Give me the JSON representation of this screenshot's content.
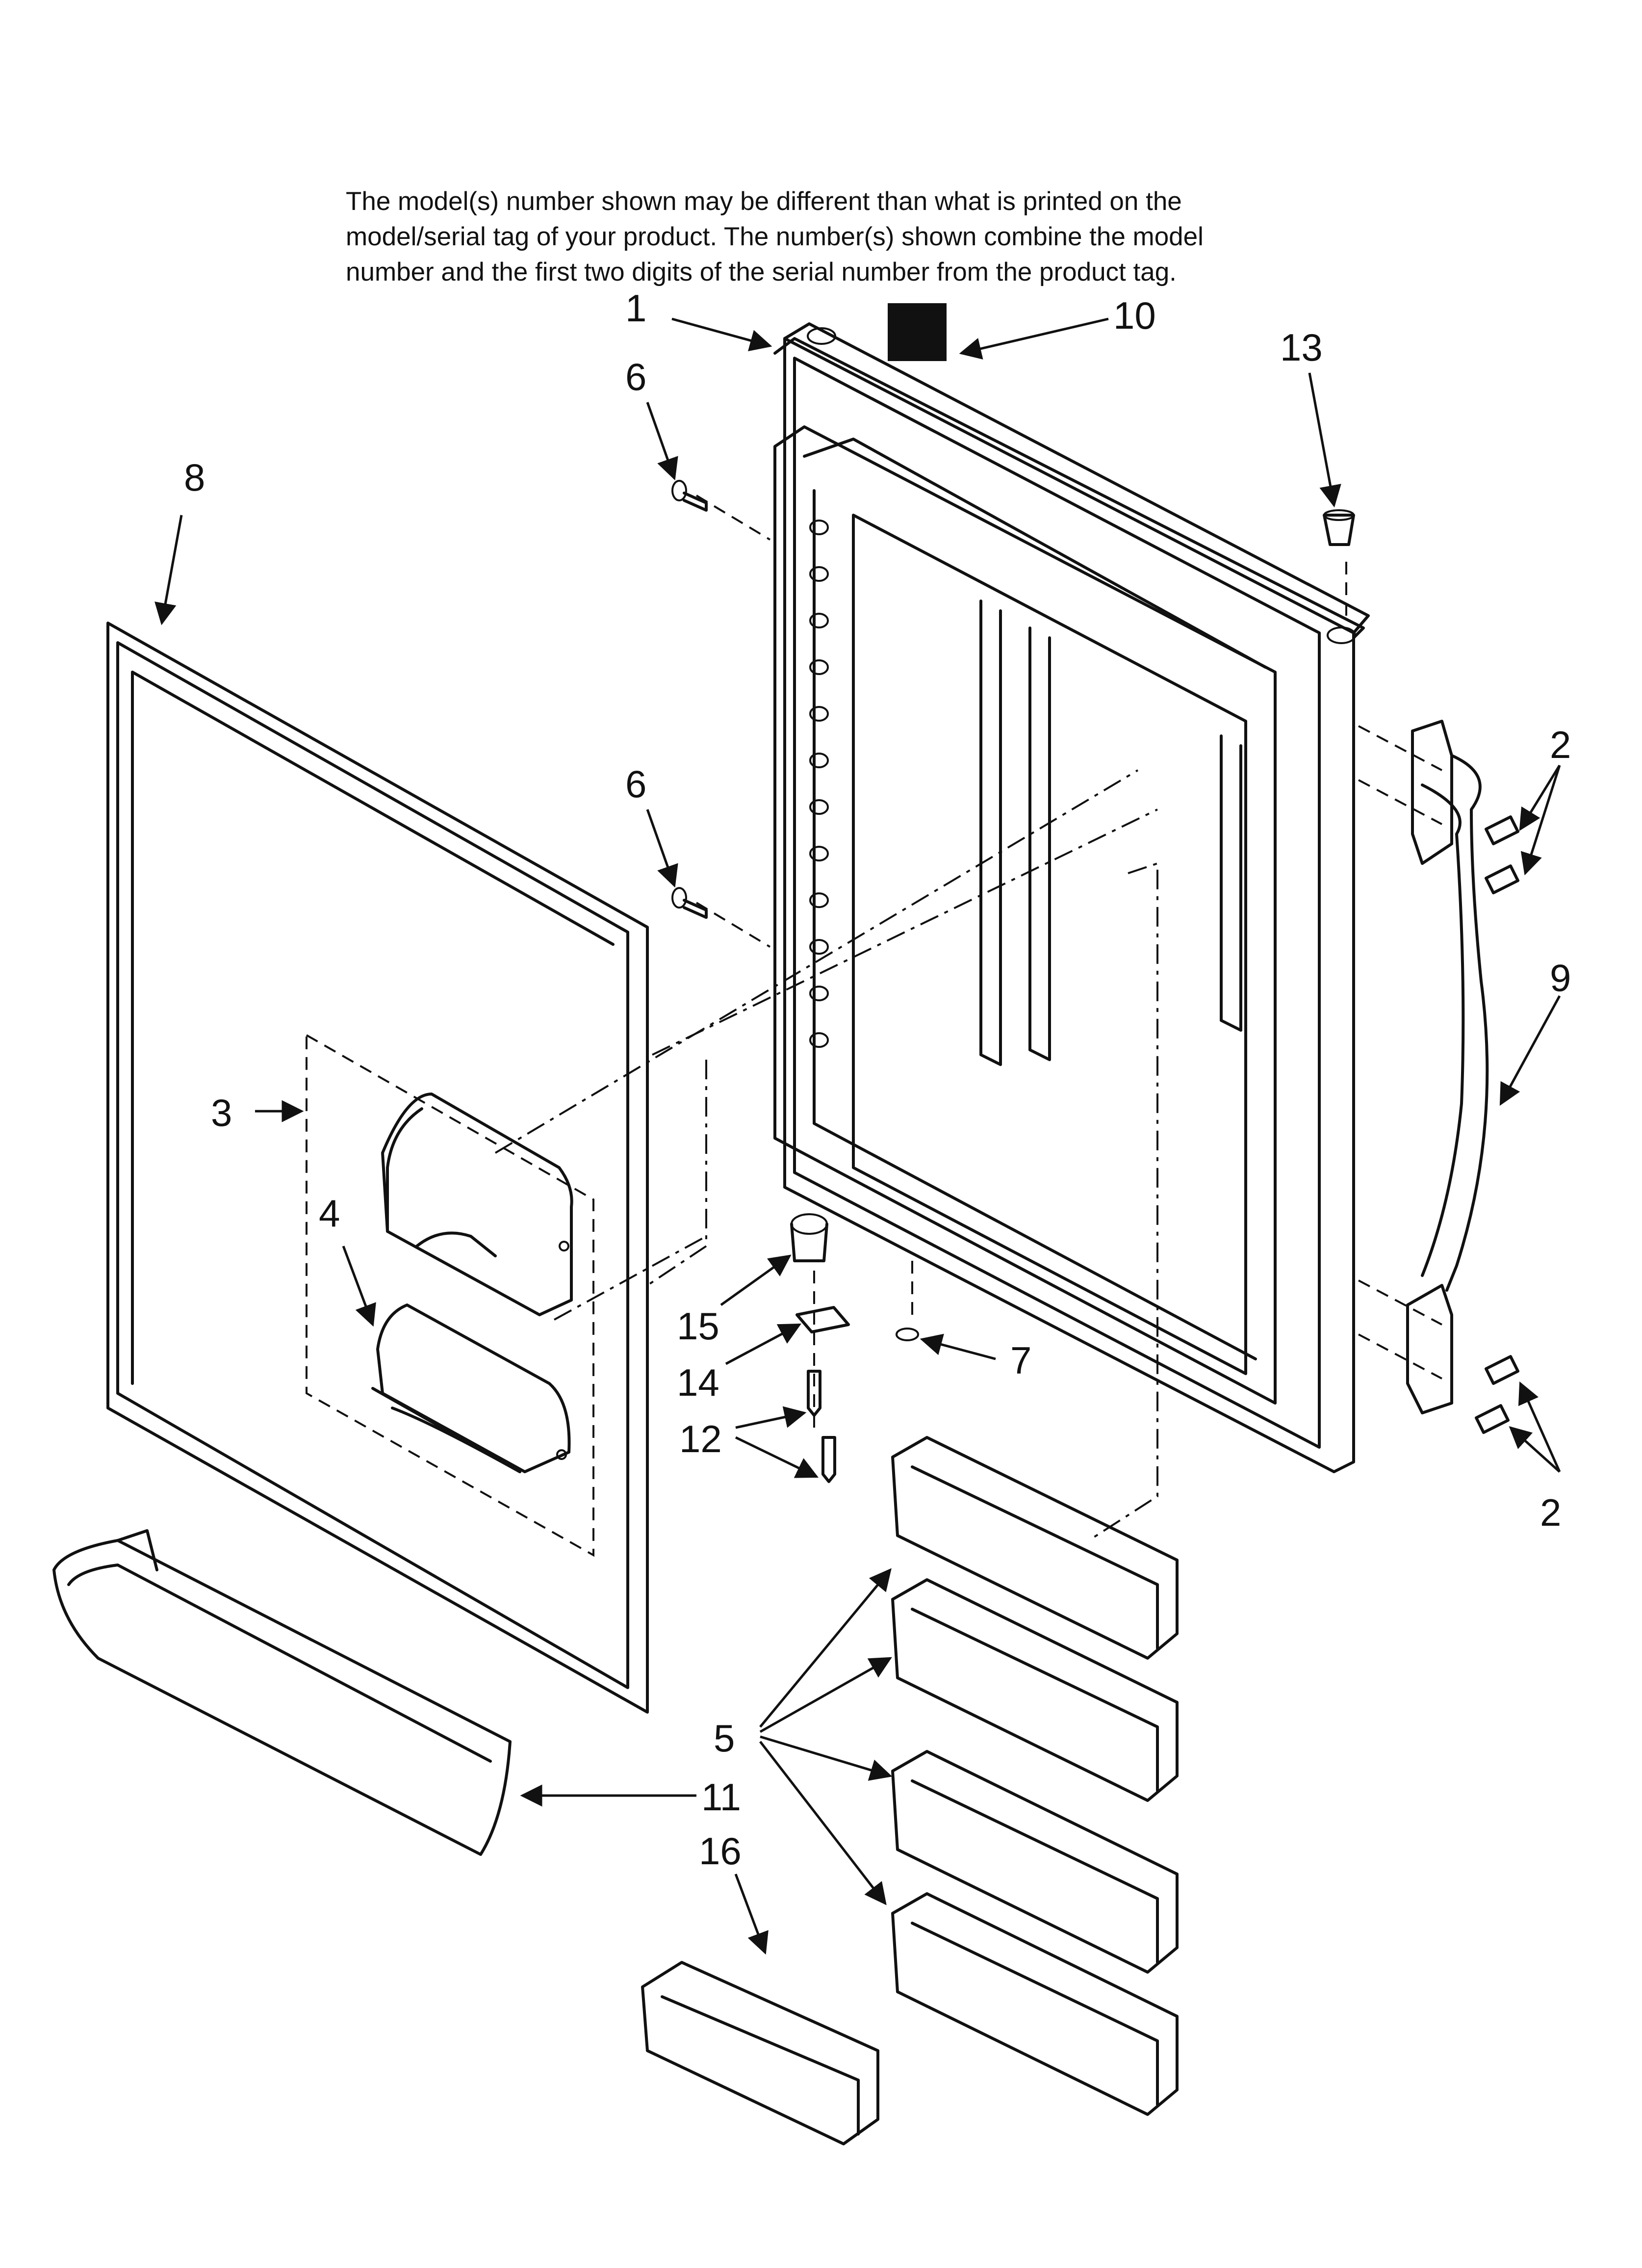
{
  "note": {
    "lines": [
      "The model(s) number shown may be different than what is printed on the",
      "model/serial tag of your product. The number(s) shown combine the model",
      "number and the first two digits of the serial number from the product tag."
    ]
  },
  "callouts": {
    "c1": "1",
    "c2a": "2",
    "c2b": "2",
    "c3": "3",
    "c4": "4",
    "c5": "5",
    "c6a": "6",
    "c6b": "6",
    "c7": "7",
    "c8": "8",
    "c9": "9",
    "c10": "10",
    "c11": "11",
    "c12": "12",
    "c13": "13",
    "c14": "14",
    "c15": "15",
    "c16": "16"
  },
  "colors": {
    "ink": "#111111",
    "background": "#ffffff"
  }
}
